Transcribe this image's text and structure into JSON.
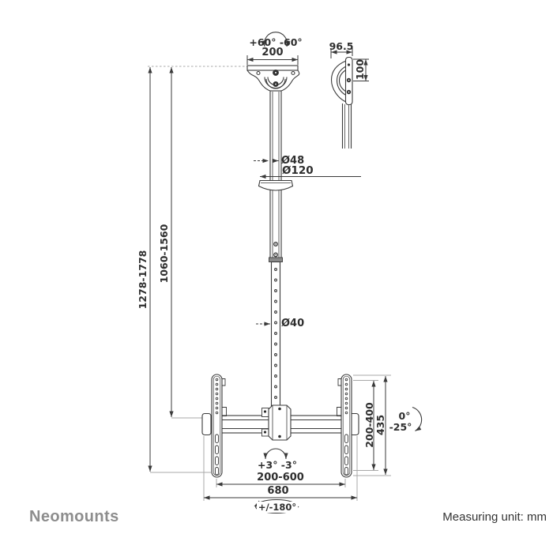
{
  "drawing": {
    "title_context": "TV ceiling mount dimension drawing",
    "ceiling_mount_front": {
      "rotation_range": "+60° -60°",
      "plate_width": "200"
    },
    "ceiling_mount_side": {
      "depth": "96.5",
      "hole_spacing": "100"
    },
    "pole": {
      "outer_diameter": "Ø48",
      "cover_cup_diameter": "Ø120",
      "inner_diameter": "Ø40"
    },
    "heights": {
      "overall_range": "1278-1778",
      "pole_range": "1060-1560"
    },
    "bracket": {
      "vesa_vertical_range": "200-400",
      "bracket_height": "435",
      "tilt_zero": "0°",
      "tilt_down": "-25°",
      "level_adjust_range": "+3° -3°",
      "vesa_horizontal_range": "200-600",
      "crossbar_width": "680",
      "swivel_range": "+/-180°"
    }
  },
  "footer": {
    "brand": "Neomounts",
    "unit_label": "Measuring unit: mm"
  },
  "colors": {
    "line": "#3a3a3a",
    "extension_line": "#a8a8a8",
    "joint_fill": "#8a8a8a",
    "brand_gray": "#8d8d8d",
    "text": "#2e2e2e"
  }
}
